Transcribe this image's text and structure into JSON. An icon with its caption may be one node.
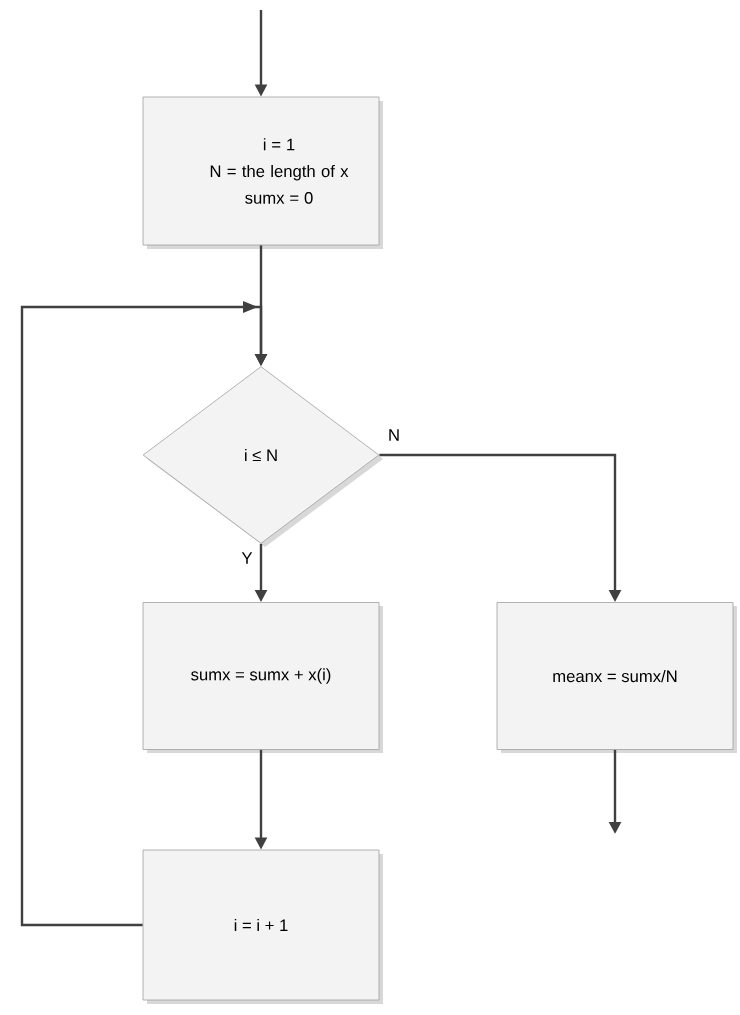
{
  "diagram": {
    "nodes": [
      {
        "text": [
          "i = 1 N = the length of x sumx = 0"
        ]
      },
      {
        "text": [
          "i ≤ N"
        ]
      },
      {
        "text": [
          "sumx = sumx + x(i)"
        ]
      },
      {
        "text": [
          "meanx = sumx/N"
        ]
      },
      {
        "text": [
          "i = i + 1"
        ]
      }
    ],
    "edges": [
      {
        "from": null,
        "to": 0,
        "arrow": "to"
      },
      {
        "from": 0,
        "to": 1,
        "arrow": "to"
      },
      {
        "from": 1,
        "to": 2,
        "arrow": "to",
        "label": "Y"
      },
      {
        "from": 1,
        "to": 3,
        "arrow": "to",
        "label": "N"
      },
      {
        "from": 2,
        "to": 4,
        "arrow": "to"
      },
      {
        "from": 4,
        "to": 1,
        "arrow": "to"
      },
      {
        "from": 3,
        "to": null,
        "arrow": "to"
      }
    ]
  }
}
